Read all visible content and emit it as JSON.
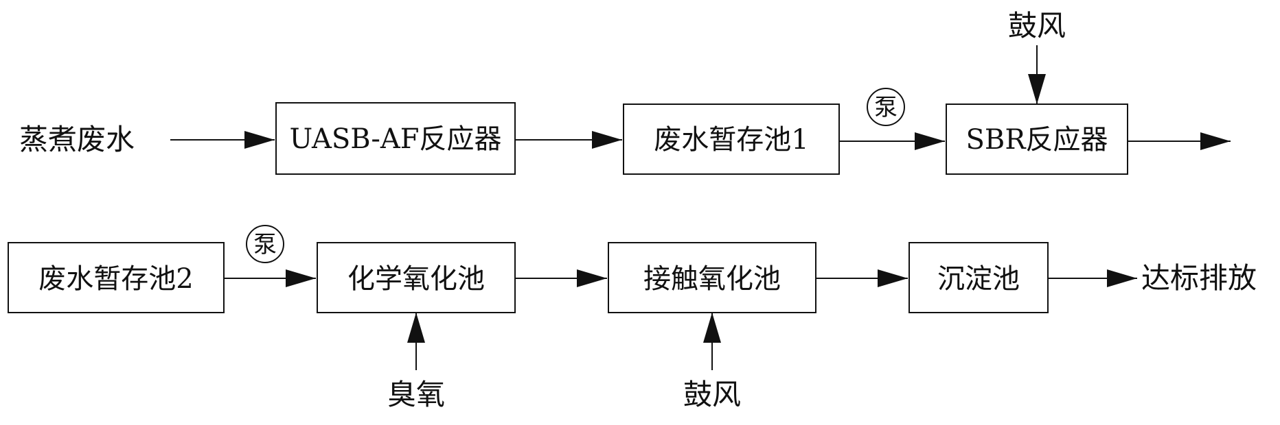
{
  "nodes": {
    "uasb_af": "UASB-AF反应器",
    "storage1": "废水暂存池1",
    "sbr": "SBR反应器",
    "storage2": "废水暂存池2",
    "chem_ox": "化学氧化池",
    "contact_ox": "接触氧化池",
    "sediment": "沉淀池"
  },
  "inputs": {
    "source": "蒸煮废水",
    "blower_top": "鼓风",
    "ozone": "臭氧",
    "blower_bottom": "鼓风"
  },
  "outputs": {
    "discharge": "达标排放"
  },
  "pumps": {
    "pump1": "泵",
    "pump2": "泵"
  },
  "colors": {
    "stroke": "#111111",
    "background": "#ffffff"
  }
}
